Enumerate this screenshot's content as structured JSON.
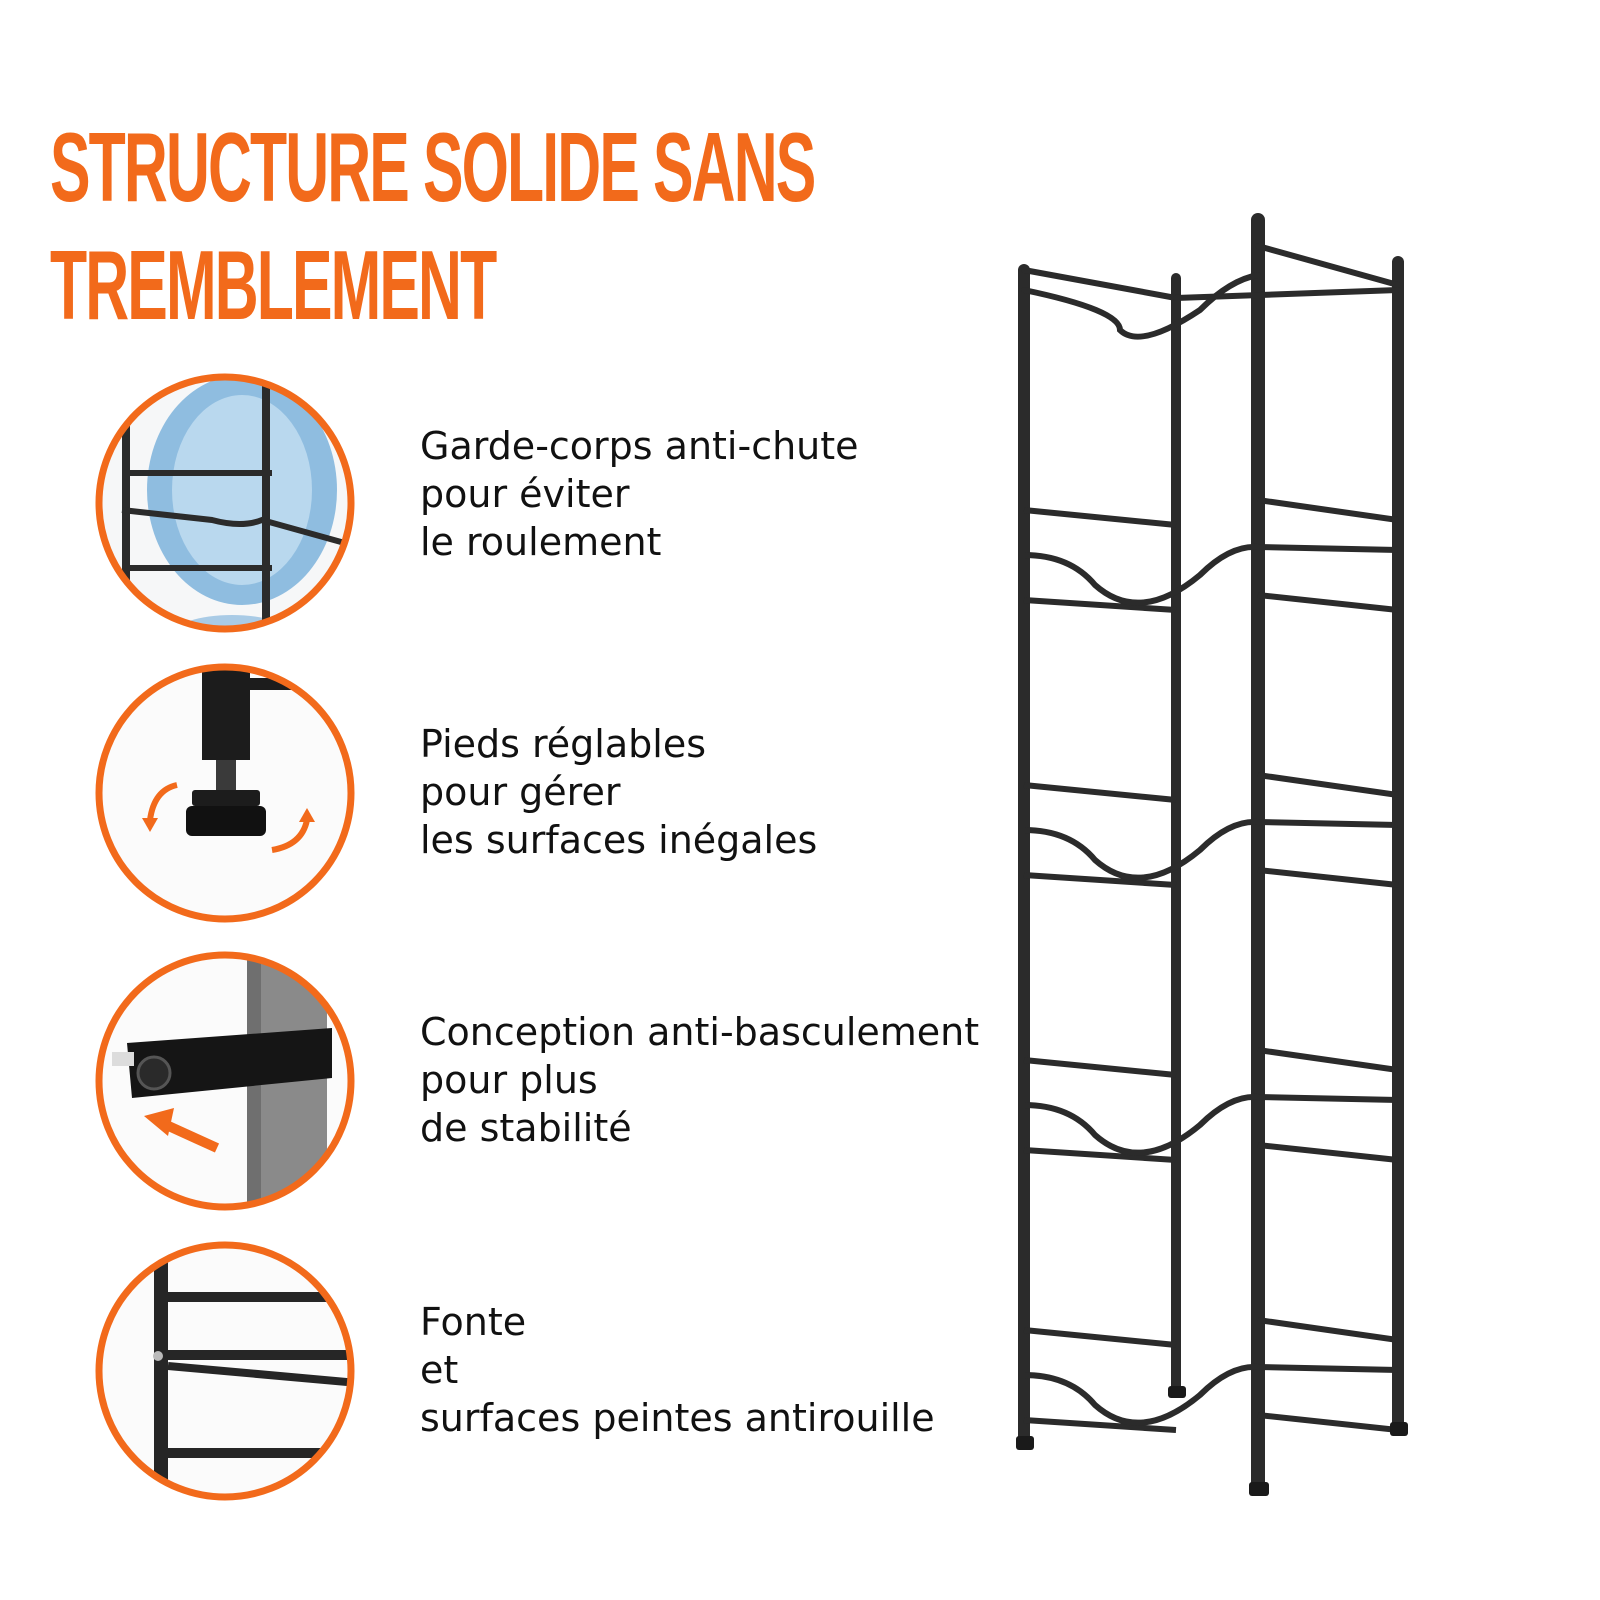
{
  "headline": {
    "lines": [
      "STRUCTURE SOLIDE SANS",
      "TREMBLEMENT"
    ]
  },
  "colors": {
    "accent": "#f26a1b",
    "frame": "#2b2b2b",
    "text": "#111111",
    "bottle": "#7fb2d8"
  },
  "features": [
    {
      "icon": "guardrail-bottle-icon",
      "lines": [
        "Garde-corps anti-chute",
        "pour éviter",
        "le roulement"
      ]
    },
    {
      "icon": "adjustable-foot-icon",
      "lines": [
        "Pieds réglables",
        "pour gérer",
        "les surfaces inégales"
      ]
    },
    {
      "icon": "anti-tip-strap-icon",
      "lines": [
        "Conception anti-basculement",
        "pour plus",
        "de stabilité"
      ]
    },
    {
      "icon": "rustproof-frame-icon",
      "lines": [
        "Fonte",
        "et",
        "surfaces peintes antirouille"
      ]
    }
  ],
  "product": {
    "icon": "water-bottle-rack-icon"
  }
}
